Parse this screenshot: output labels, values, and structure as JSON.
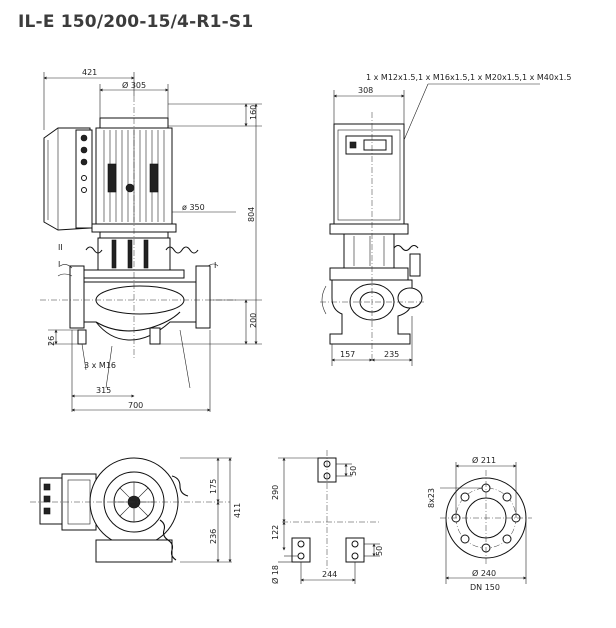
{
  "title": "IL-E 150/200-15/4-R1-S1",
  "dims": {
    "d421": "421",
    "d305": "Ø 305",
    "d160": "160",
    "d804": "804",
    "d350": "ø 350",
    "d200": "200",
    "d26": "26",
    "d3m16": "3 x M16",
    "d315": "315",
    "d700": "700",
    "cable": "1 x M12x1.5,1 x M16x1.5,1 x M20x1.5,1 x M40x1.5",
    "d308": "308",
    "d157": "157",
    "d235": "235",
    "d175": "175",
    "d411": "411",
    "d236": "236",
    "d290": "290",
    "d122": "122",
    "d50a": "50",
    "d50b": "50",
    "d18": "Ø 18",
    "d244": "244",
    "d211": "Ø 211",
    "d8x23": "8x23",
    "d240": "Ø 240",
    "dn150": "DN 150",
    "lblII": "II",
    "lblI": "I"
  }
}
